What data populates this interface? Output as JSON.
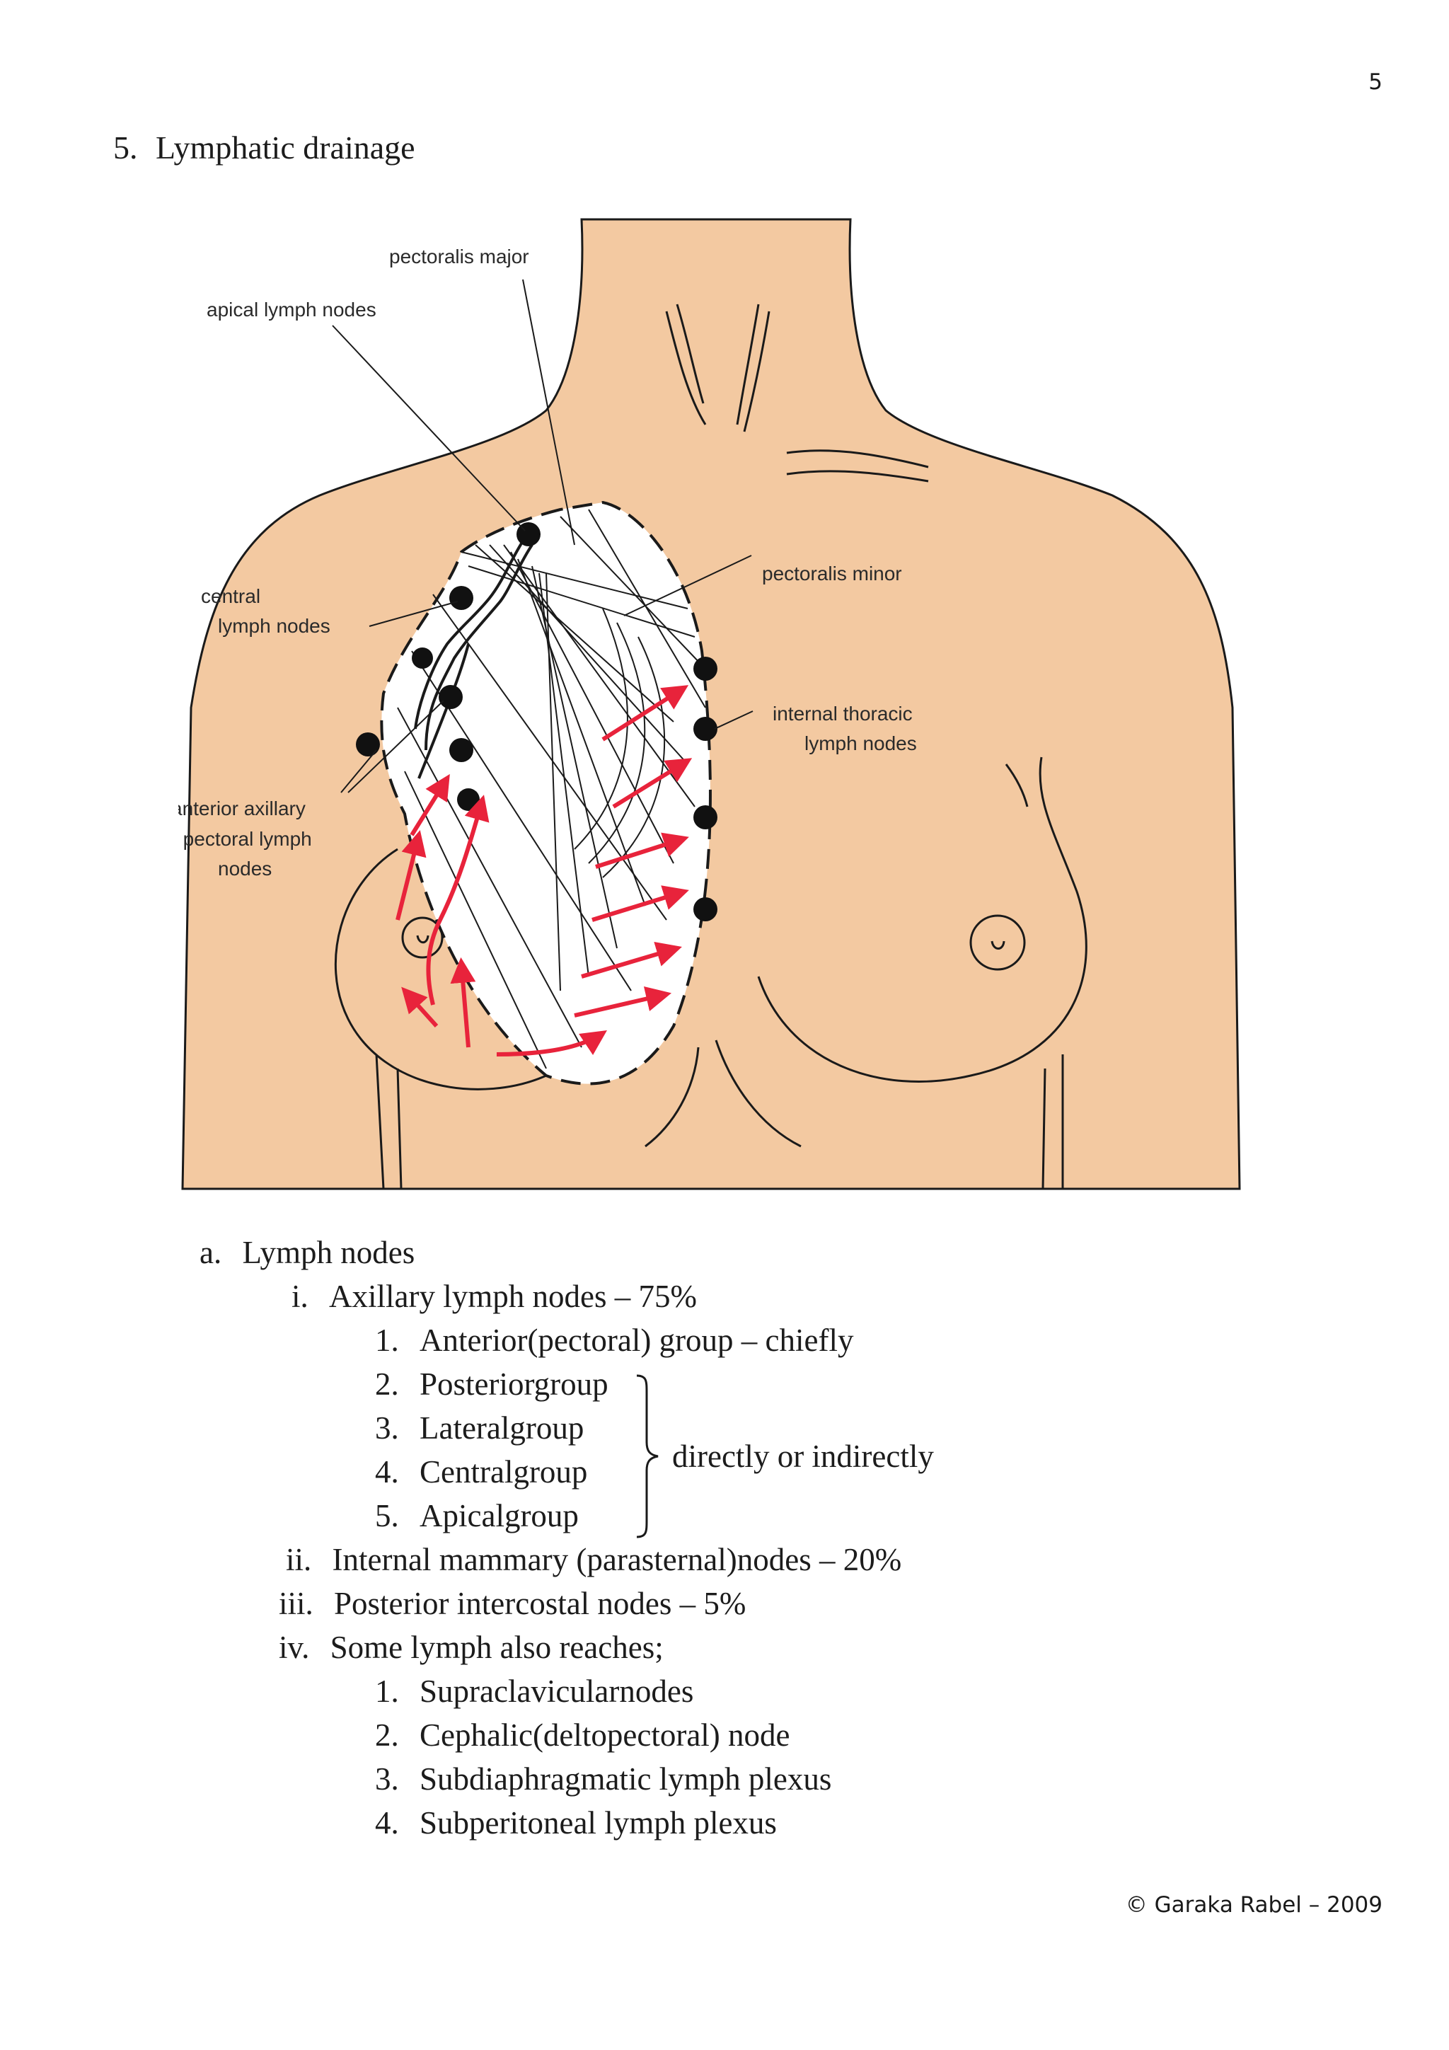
{
  "page_number": "5",
  "heading": {
    "number": "5.",
    "title": "Lymphatic drainage"
  },
  "figure": {
    "labels": {
      "pectoralis_major": "pectoralis major",
      "apical": "apical lymph nodes",
      "central_1": "central",
      "central_2": "lymph nodes",
      "pectoralis_minor": "pectoralis minor",
      "internal_1": "internal thoracic",
      "internal_2": "lymph nodes",
      "anterior_1": "anterior axillary",
      "anterior_2": "or pectoral lymph",
      "anterior_3": "nodes"
    },
    "colors": {
      "skin": "#f3c9a1",
      "arrows": "#e8233b",
      "lines": "#1a1a1a"
    }
  },
  "outline": {
    "a": {
      "marker": "a.",
      "text": "Lymph nodes"
    },
    "items": [
      {
        "marker": "i.",
        "text": "Axillary lymph nodes – 75%",
        "sub": [
          {
            "marker": "1.",
            "text": "Anterior(pectoral) group – chiefly"
          },
          {
            "marker": "2.",
            "text": "Posteriorgroup"
          },
          {
            "marker": "3.",
            "text": "Lateralgroup"
          },
          {
            "marker": "4.",
            "text": "Centralgroup"
          },
          {
            "marker": "5.",
            "text": "Apicalgroup"
          }
        ],
        "brace_note": "directly or indirectly"
      },
      {
        "marker": "ii.",
        "text": "Internal mammary (parasternal)nodes – 20%"
      },
      {
        "marker": "iii.",
        "text": "Posterior intercostal nodes – 5%"
      },
      {
        "marker": "iv.",
        "text": "Some lymph also reaches;",
        "sub": [
          {
            "marker": "1.",
            "text": "Supraclavicularnodes"
          },
          {
            "marker": "2.",
            "text": "Cephalic(deltopectoral) node"
          },
          {
            "marker": "3.",
            "text": "Subdiaphragmatic lymph plexus"
          },
          {
            "marker": "4.",
            "text": "Subperitoneal lymph plexus"
          }
        ]
      }
    ]
  },
  "footer": "© Garaka Rabel – 2009"
}
